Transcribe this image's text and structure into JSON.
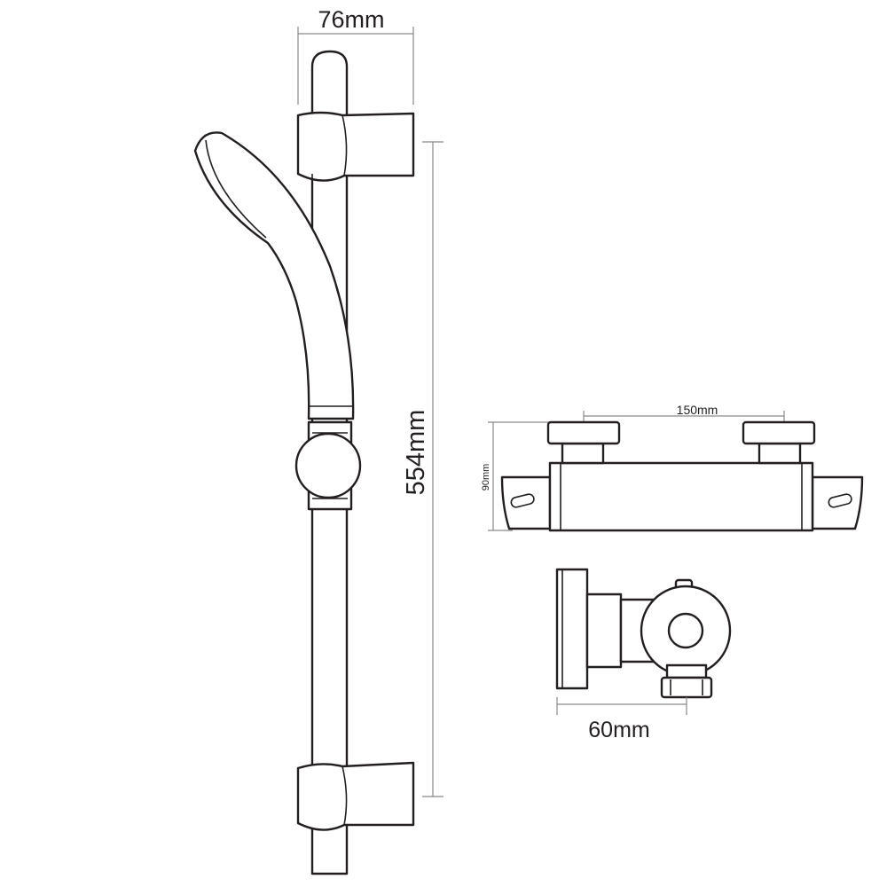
{
  "diagram": {
    "type": "technical-dimension-drawing",
    "colors": {
      "line": "#231f20",
      "dimension_line": "#8a8a8a",
      "background": "#ffffff"
    },
    "dimensions": {
      "rail_width": "76mm",
      "rail_height": "554mm",
      "inlet_spacing": "150mm",
      "body_height": "90mm",
      "wall_depth": "60mm"
    }
  }
}
